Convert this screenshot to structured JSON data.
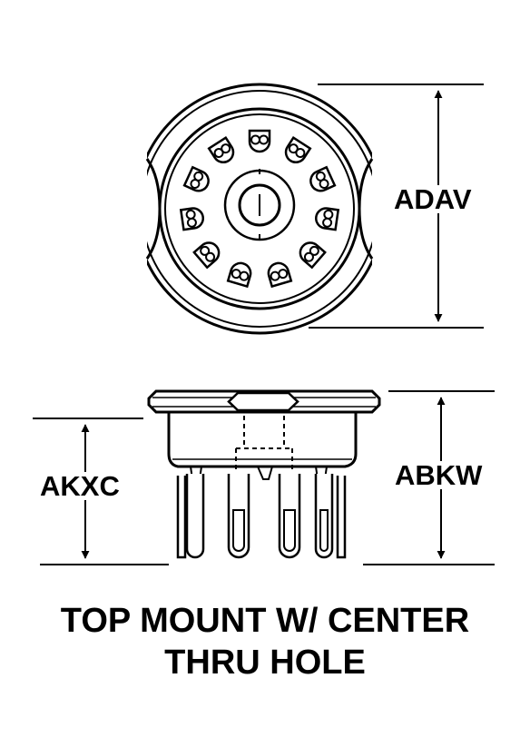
{
  "labels": {
    "adav": "ADAV",
    "abkw": "ABKW",
    "akxc": "AKXC"
  },
  "caption": {
    "line1": "TOP MOUNT W/ CENTER",
    "line2": "THRU HOLE"
  }
}
